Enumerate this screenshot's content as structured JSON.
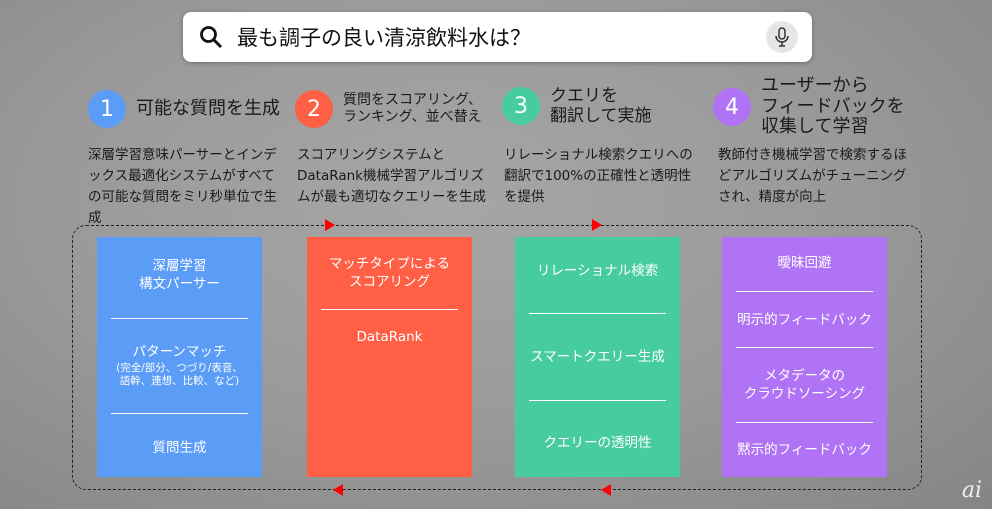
{
  "search": {
    "query": "最も調子の良い清涼飲料水は？",
    "icon": "search-icon",
    "mic_icon": "mic-icon"
  },
  "steps": [
    {
      "num": "1",
      "title": [
        "可能な質問を生成"
      ],
      "desc": "深層学習意味パーサーとインデックス最適化システムがすべての可能な質問をミリ秒単位で生成",
      "color": "#5b9cf6"
    },
    {
      "num": "2",
      "title": [
        "質問をスコアリング、",
        "ランキング、並べ替え"
      ],
      "desc": "スコアリングシステムとDataRank機械学習アルゴリズムが最も適切なクエリーを生成",
      "color": "#ff5f45"
    },
    {
      "num": "3",
      "title": [
        "クエリを",
        "翻訳して実施"
      ],
      "desc": "リレーショナル検索クエリへの翻訳で100%の正確性と透明性を提供",
      "color": "#47cc9e"
    },
    {
      "num": "4",
      "title": [
        "ユーザーから",
        "フィードバックを",
        "収集して学習"
      ],
      "desc": "教師付き機械学習で検索するほどアルゴリズムがチューニングされ、精度が向上",
      "color": "#b073f5"
    }
  ],
  "boxes": {
    "b1": {
      "a1": "深層学習",
      "a2": "構文パーサー",
      "b": "パターンマッチ",
      "b_sub1": "(完全/部分、つづり/表音、",
      "b_sub2": "語幹、連想、比較、など)",
      "c": "質問生成"
    },
    "b2": {
      "a1": "マッチタイプによる",
      "a2": "スコアリング",
      "b": "DataRank"
    },
    "b3": {
      "a": "リレーショナル検索",
      "b": "スマートクエリー生成",
      "c": "クエリーの透明性"
    },
    "b4": {
      "a": "曖昧回避",
      "b": "明示的フィードバック",
      "c1": "メタデータの",
      "c2": "クラウドソーシング",
      "d": "黙示的フィードバック"
    }
  },
  "logo": "ai"
}
